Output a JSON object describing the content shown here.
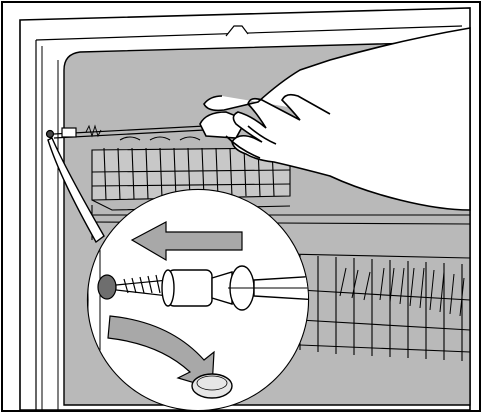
{
  "illustration": {
    "subject": "dishwasher-interior-screw-removal",
    "colors": {
      "tub": "#b9b9b9",
      "frame": "#ffffff",
      "line": "#000000",
      "arrow": "#a8a8a8",
      "cap": "#e6e6e6",
      "hole": "#6e6e6e"
    },
    "arrows": {
      "top": {
        "direction": "left",
        "icon": "arrow-left-icon"
      },
      "bottom": {
        "direction": "curve-down-right",
        "icon": "arrow-curved-down-icon"
      }
    },
    "parts": {
      "tool": "screwdriver",
      "fastener": "screw",
      "spacer": "cylindrical-plug",
      "cap": "cover-cap",
      "rack": "upper-dish-rack"
    }
  }
}
